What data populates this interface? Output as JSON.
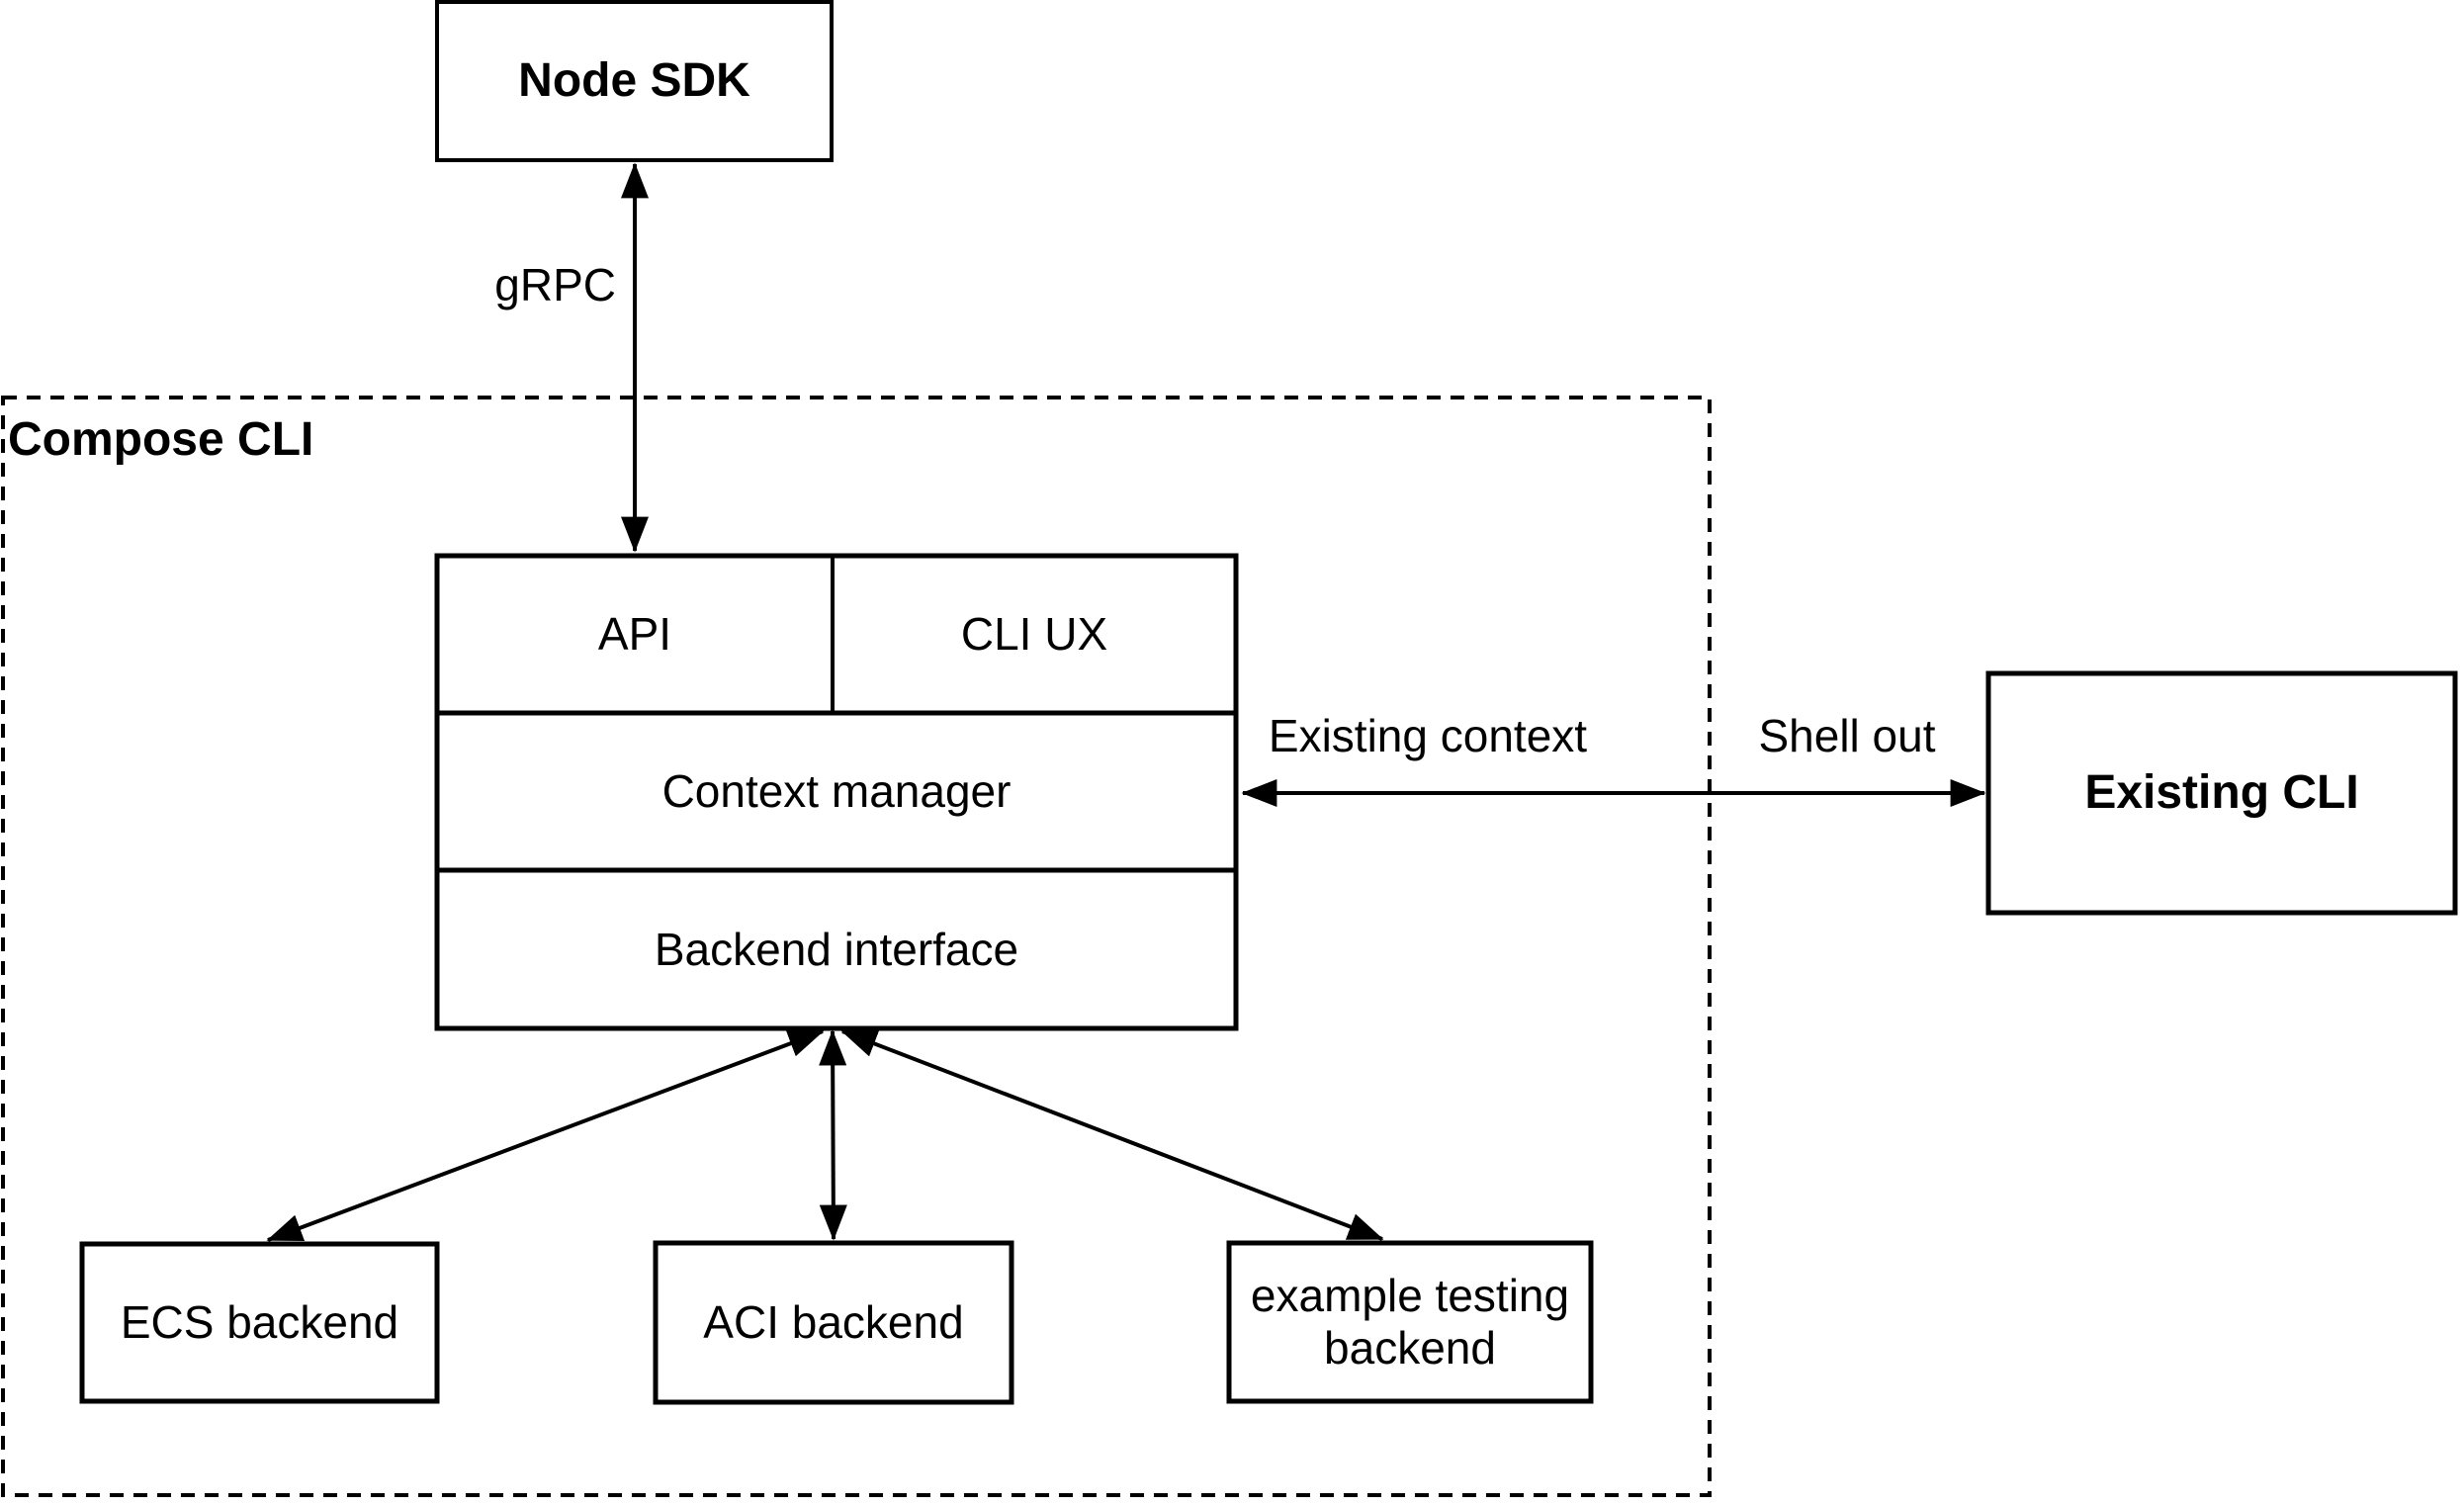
{
  "colors": {
    "stroke": "#000000",
    "background": "#ffffff"
  },
  "container": {
    "label": "Compose CLI"
  },
  "nodes": {
    "node_sdk": {
      "label": "Node SDK"
    },
    "api": {
      "label": "API"
    },
    "cli_ux": {
      "label": "CLI UX"
    },
    "context_manager": {
      "label": "Context manager"
    },
    "backend_interface": {
      "label": "Backend interface"
    },
    "existing_cli": {
      "label": "Existing CLI"
    },
    "ecs_backend": {
      "label": "ECS backend"
    },
    "aci_backend": {
      "label": "ACI backend"
    },
    "example_testing_backend": {
      "label": "example testing backend"
    }
  },
  "edges": {
    "grpc": {
      "label": "gRPC"
    },
    "existing_context": {
      "label": "Existing context"
    },
    "shell_out": {
      "label": "Shell out"
    }
  }
}
